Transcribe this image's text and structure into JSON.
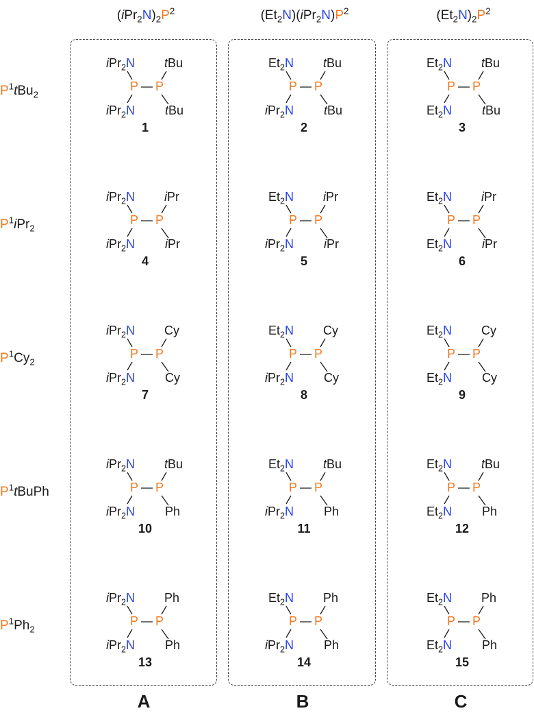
{
  "colors": {
    "phosphorus": "#F47920",
    "nitrogen": "#2B44E8",
    "text": "#1a1a1a",
    "box_border": "#444444"
  },
  "column_headers": [
    {
      "id": "A",
      "html": "(<i>i</i>Pr<sub>2</sub><span class=\"b\">N</span>)<sub>2</sub><span class=\"o\">P</span><sup>2</sup>",
      "plain": "(iPr2N)2P2"
    },
    {
      "id": "B",
      "html": "(Et<sub>2</sub><span class=\"b\">N</span>)(<i>i</i>Pr<sub>2</sub><span class=\"b\">N</span>)<span class=\"o\">P</span><sup>2</sup>",
      "plain": "(Et2N)(iPr2N)P2"
    },
    {
      "id": "C",
      "html": "(Et<sub>2</sub><span class=\"b\">N</span>)<sub>2</sub><span class=\"o\">P</span><sup>2</sup>",
      "plain": "(Et2N)2P2"
    }
  ],
  "row_labels": [
    {
      "html": "<span class=\"o\">P</span><sup>1</sup><i>t</i>Bu<sub>2</sub>",
      "plain": "P1tBu2"
    },
    {
      "html": "<span class=\"o\">P</span><sup>1</sup><i>i</i>Pr<sub>2</sub>",
      "plain": "P1iPr2"
    },
    {
      "html": "<span class=\"o\">P</span><sup>1</sup>Cy<sub>2</sub>",
      "plain": "P1Cy2"
    },
    {
      "html": "<span class=\"o\">P</span><sup>1</sup><i>t</i>BuPh",
      "plain": "P1tBuPh"
    },
    {
      "html": "<span class=\"o\">P</span><sup>1</sup>Ph<sub>2</sub>",
      "plain": "P1Ph2"
    }
  ],
  "column_labels": [
    "A",
    "B",
    "C"
  ],
  "p_atom": "P",
  "amine_groups": {
    "iPr2N": "<i>i</i>Pr<sub>2</sub><span class=\"b\">N</span>",
    "Et2N": "Et<sub>2</sub><span class=\"b\">N</span>"
  },
  "right_groups": {
    "tBu": "<i>t</i>Bu",
    "iPr": "<i>i</i>Pr",
    "Cy": "Cy",
    "Ph": "Ph"
  },
  "compounds": [
    {
      "number": "1",
      "col": 0,
      "row": 0,
      "n_top": "iPr2N",
      "n_bottom": "iPr2N",
      "r_top": "tBu",
      "r_bottom": "tBu"
    },
    {
      "number": "2",
      "col": 1,
      "row": 0,
      "n_top": "Et2N",
      "n_bottom": "iPr2N",
      "r_top": "tBu",
      "r_bottom": "tBu"
    },
    {
      "number": "3",
      "col": 2,
      "row": 0,
      "n_top": "Et2N",
      "n_bottom": "Et2N",
      "r_top": "tBu",
      "r_bottom": "tBu"
    },
    {
      "number": "4",
      "col": 0,
      "row": 1,
      "n_top": "iPr2N",
      "n_bottom": "iPr2N",
      "r_top": "iPr",
      "r_bottom": "iPr"
    },
    {
      "number": "5",
      "col": 1,
      "row": 1,
      "n_top": "Et2N",
      "n_bottom": "iPr2N",
      "r_top": "iPr",
      "r_bottom": "iPr"
    },
    {
      "number": "6",
      "col": 2,
      "row": 1,
      "n_top": "Et2N",
      "n_bottom": "Et2N",
      "r_top": "iPr",
      "r_bottom": "iPr"
    },
    {
      "number": "7",
      "col": 0,
      "row": 2,
      "n_top": "iPr2N",
      "n_bottom": "iPr2N",
      "r_top": "Cy",
      "r_bottom": "Cy"
    },
    {
      "number": "8",
      "col": 1,
      "row": 2,
      "n_top": "Et2N",
      "n_bottom": "iPr2N",
      "r_top": "Cy",
      "r_bottom": "Cy"
    },
    {
      "number": "9",
      "col": 2,
      "row": 2,
      "n_top": "Et2N",
      "n_bottom": "Et2N",
      "r_top": "Cy",
      "r_bottom": "Cy"
    },
    {
      "number": "10",
      "col": 0,
      "row": 3,
      "n_top": "iPr2N",
      "n_bottom": "iPr2N",
      "r_top": "tBu",
      "r_bottom": "Ph"
    },
    {
      "number": "11",
      "col": 1,
      "row": 3,
      "n_top": "Et2N",
      "n_bottom": "iPr2N",
      "r_top": "tBu",
      "r_bottom": "Ph"
    },
    {
      "number": "12",
      "col": 2,
      "row": 3,
      "n_top": "Et2N",
      "n_bottom": "Et2N",
      "r_top": "tBu",
      "r_bottom": "Ph"
    },
    {
      "number": "13",
      "col": 0,
      "row": 4,
      "n_top": "iPr2N",
      "n_bottom": "iPr2N",
      "r_top": "Ph",
      "r_bottom": "Ph"
    },
    {
      "number": "14",
      "col": 1,
      "row": 4,
      "n_top": "Et2N",
      "n_bottom": "iPr2N",
      "r_top": "Ph",
      "r_bottom": "Ph"
    },
    {
      "number": "15",
      "col": 2,
      "row": 4,
      "n_top": "Et2N",
      "n_bottom": "Et2N",
      "r_top": "Ph",
      "r_bottom": "Ph"
    }
  ]
}
